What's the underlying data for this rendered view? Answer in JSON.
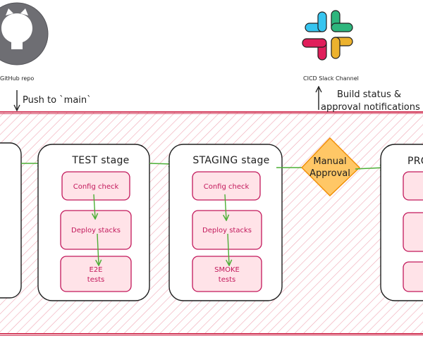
{
  "source": {
    "label": "GitHub repo",
    "push_label": "Push to `main`",
    "icon": "github-icon"
  },
  "notify": {
    "label": "CICD Slack Channel",
    "message_line1": "Build status &",
    "message_line2": "approval notifications",
    "icon": "slack-icon"
  },
  "stages": [
    {
      "title": "TEST stage",
      "steps": [
        "Config check",
        "Deploy stacks",
        [
          "E2E",
          "tests"
        ]
      ]
    },
    {
      "title": "STAGING stage",
      "steps": [
        "Config check",
        "Deploy stacks",
        [
          "SMOKE",
          "tests"
        ]
      ]
    },
    {
      "title": "PRO",
      "steps": []
    }
  ],
  "approval": {
    "line1": "Manual",
    "line2": "Approval"
  },
  "colors": {
    "pipeline_stroke": "#d4405f",
    "hatch": "#f0a6b4",
    "step_fill": "#ffe3e8",
    "step_text": "#c2185b",
    "arrow": "#4caf35",
    "approval_fill": "#ffc766",
    "approval_stroke": "#f08c00",
    "github_circle": "#6e6e73"
  }
}
